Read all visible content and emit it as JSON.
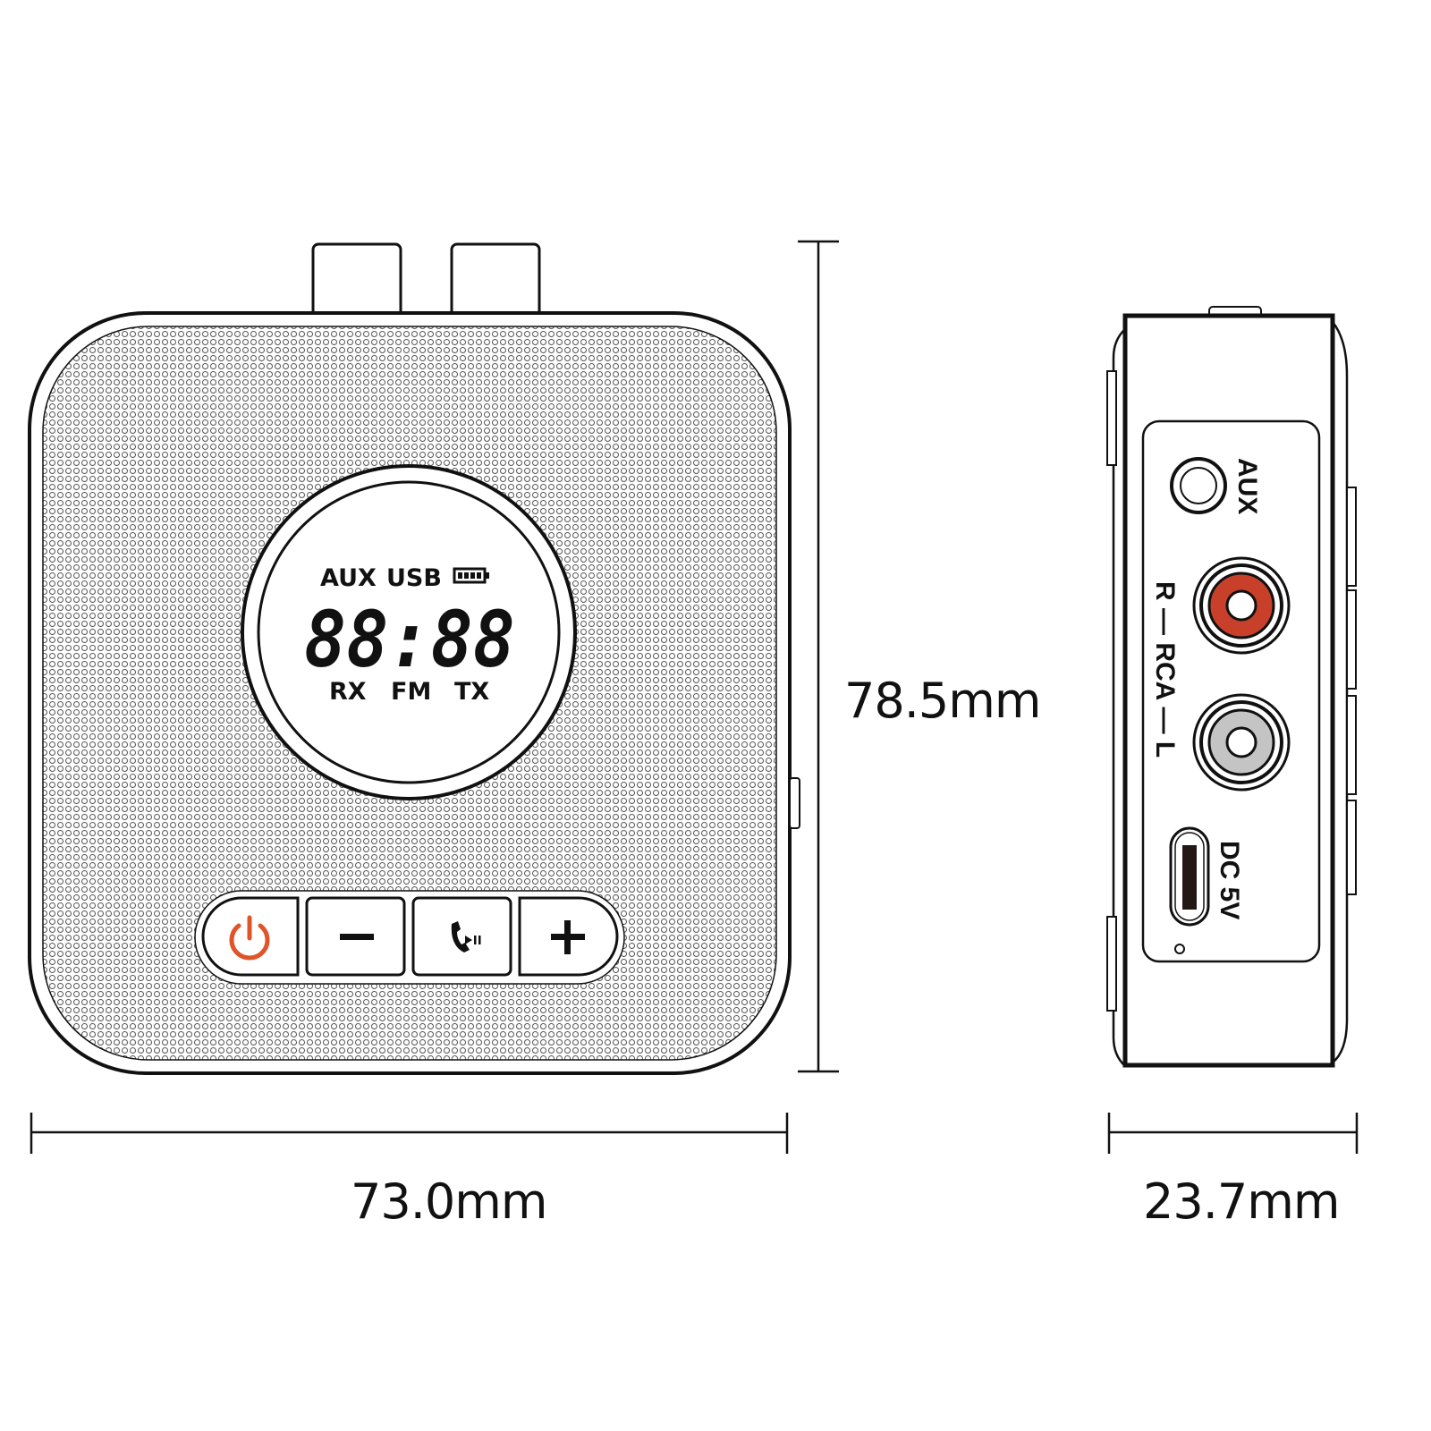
{
  "front_view": {
    "display": {
      "top_labels": [
        "AUX",
        "USB"
      ],
      "battery_icon": "battery-full-icon",
      "digits": "88:88",
      "bottom_labels": [
        "RX",
        "FM",
        "TX"
      ]
    },
    "buttons": [
      {
        "icon": "power-icon",
        "color": "#e0542a"
      },
      {
        "icon": "minus-icon"
      },
      {
        "icon": "call-play-pause-icon"
      },
      {
        "icon": "plus-icon"
      }
    ]
  },
  "side_view": {
    "aux_label": "AUX",
    "rca_label": "R — RCA — L",
    "dc_label": "DC 5V",
    "rca_right_color": "#c8402a",
    "rca_left_color": "#c4c4c4"
  },
  "dimensions": {
    "width": "73.0mm",
    "height": "78.5mm",
    "depth": "23.7mm"
  }
}
